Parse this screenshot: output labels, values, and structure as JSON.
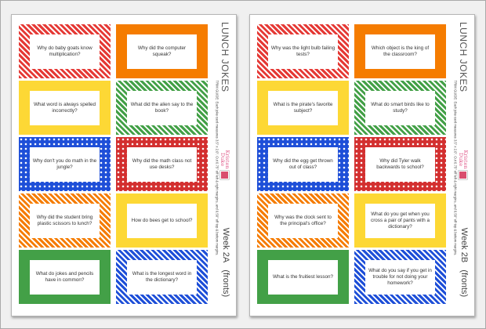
{
  "sheets": [
    {
      "title": "LUNCH JOKES",
      "trim_guide": "TRIM GUIDE: Each joke card measures 3.5\" x 2.0\". Cut 0.75\" off left & right margins, and 0.50\" off top & bottom margins.",
      "week_label": "Week 2A",
      "side_label": "(fronts)",
      "brand": {
        "line1": "Kristen",
        "line2": "Duke"
      },
      "cards": [
        {
          "question": "Why do baby goats know multiplication?",
          "color": "#e53935",
          "pattern": "stripe"
        },
        {
          "question": "Why did the computer squeak?",
          "color": "#f57c00",
          "pattern": "solid"
        },
        {
          "question": "What word is always spelled incorrectly?",
          "color": "#fdd835",
          "pattern": "solid"
        },
        {
          "question": "What did the alien say to the book?",
          "color": "#43a047",
          "pattern": "stripe"
        },
        {
          "question": "Why don't you do math in the jungle?",
          "color": "#1e4fd8",
          "pattern": "dots"
        },
        {
          "question": "Why did the math class not use desks?",
          "color": "#d32f2f",
          "pattern": "dots"
        },
        {
          "question": "Why did the student bring plastic scissors to lunch?",
          "color": "#f57c00",
          "pattern": "stripe"
        },
        {
          "question": "How do bees get to school?",
          "color": "#fdd835",
          "pattern": "solid"
        },
        {
          "question": "What do jokes and pencils have in common?",
          "color": "#43a047",
          "pattern": "solid"
        },
        {
          "question": "What is the longest word in the dictionary?",
          "color": "#1e4fd8",
          "pattern": "stripe"
        }
      ]
    },
    {
      "title": "LUNCH JOKES",
      "trim_guide": "TRIM GUIDE: Each joke card measures 3.5\" x 2.0\". Cut 0.75\" off left & right margins, and 0.50\" off top & bottom margins.",
      "week_label": "Week 2B",
      "side_label": "(fronts)",
      "brand": {
        "line1": "Kristen",
        "line2": "Duke"
      },
      "cards": [
        {
          "question": "Why was the light bulb failing tests?",
          "color": "#e53935",
          "pattern": "stripe"
        },
        {
          "question": "Which object is the king of the classroom?",
          "color": "#f57c00",
          "pattern": "solid"
        },
        {
          "question": "What is the pirate's favorite subject?",
          "color": "#fdd835",
          "pattern": "solid"
        },
        {
          "question": "What do smart birds like to study?",
          "color": "#43a047",
          "pattern": "stripe"
        },
        {
          "question": "Why did the egg get thrown out of class?",
          "color": "#1e4fd8",
          "pattern": "dots"
        },
        {
          "question": "Why did Tyler walk backwards to school?",
          "color": "#d32f2f",
          "pattern": "dots"
        },
        {
          "question": "Why was the clock sent to the principal's office?",
          "color": "#f57c00",
          "pattern": "stripe"
        },
        {
          "question": "What do you get when you cross a pair of pants with a dictionary?",
          "color": "#fdd835",
          "pattern": "solid"
        },
        {
          "question": "What is the fruitiest lesson?",
          "color": "#43a047",
          "pattern": "solid"
        },
        {
          "question": "What do you say if you get in trouble for not doing your homework?",
          "color": "#1e4fd8",
          "pattern": "stripe"
        }
      ]
    }
  ]
}
